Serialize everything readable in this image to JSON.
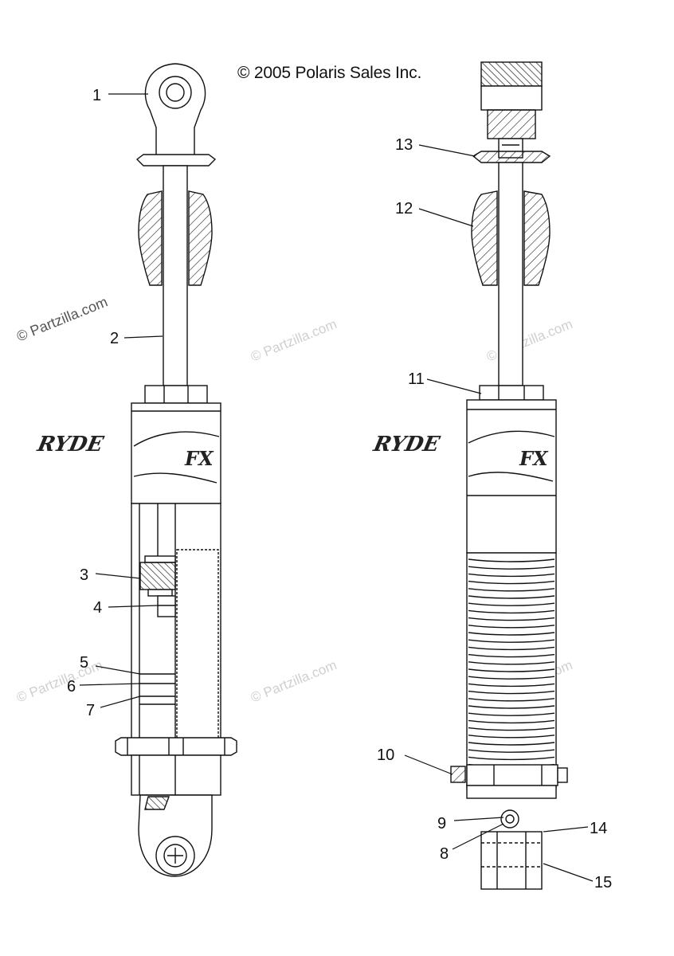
{
  "copyright": "© 2005 Polaris Sales Inc.",
  "watermark": "© Partzilla.com",
  "brand_text": {
    "line1": "RYDE",
    "line2": "FX"
  },
  "callouts": [
    "1",
    "2",
    "3",
    "4",
    "5",
    "6",
    "7",
    "8",
    "9",
    "10",
    "11",
    "12",
    "13",
    "14",
    "15"
  ],
  "colors": {
    "line": "#111111",
    "watermark": "#cfcfcf",
    "background": "#ffffff"
  }
}
